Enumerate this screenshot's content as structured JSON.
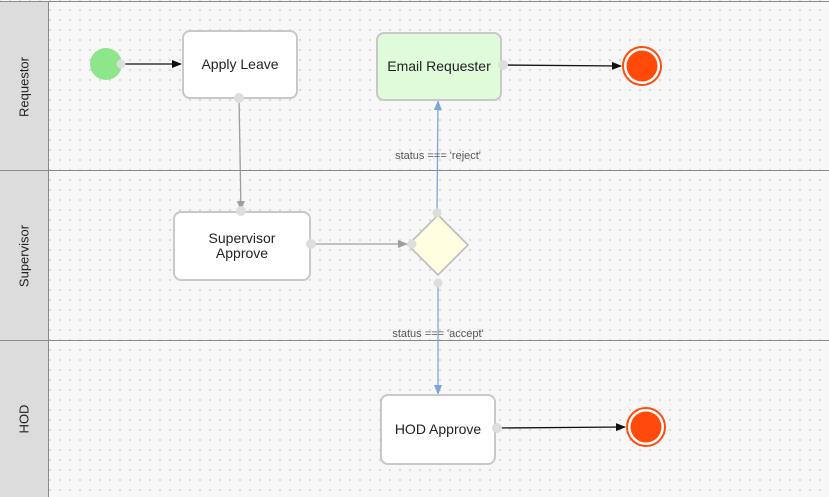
{
  "lanes": [
    {
      "label": "Requestor"
    },
    {
      "label": "Supervisor"
    },
    {
      "label": "HOD"
    }
  ],
  "tasks": {
    "apply_leave": "Apply Leave",
    "email_requester": "Email Requester",
    "supervisor_approve": "Supervisor\nApprove",
    "hod_approve": "HOD Approve"
  },
  "conditions": {
    "reject": "status === 'reject'",
    "accept": "status === 'accept'"
  },
  "colors": {
    "start_event": "#8ee68a",
    "end_event": "#ff4a0a",
    "gateway_fill": "#fffee0",
    "green_task": "#dffbd9",
    "conditional_flow": "#7fa4d9",
    "default_flow": "#9e9e9e"
  }
}
